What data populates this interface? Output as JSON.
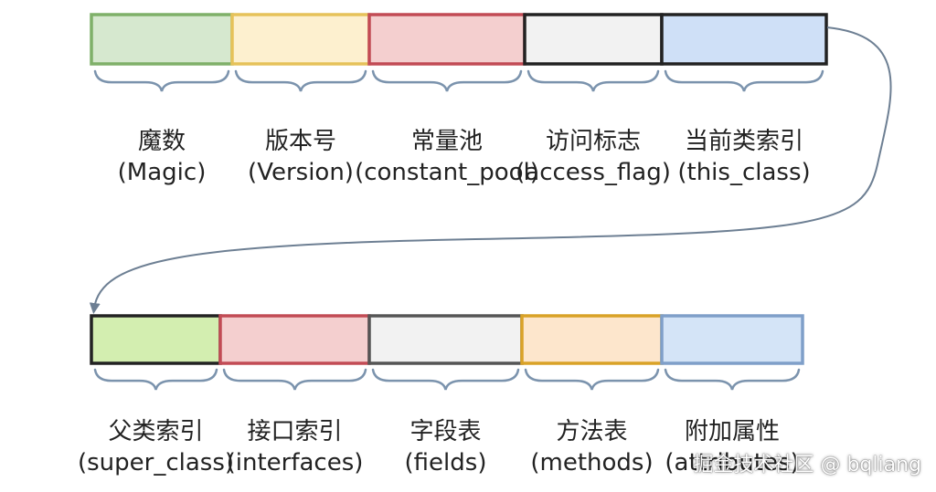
{
  "row1": [
    {
      "zh": "魔数",
      "en": "(Magic)",
      "fill": "#d6e8cf",
      "stroke": "#7fb069"
    },
    {
      "zh": "版本号",
      "en": "(Version)",
      "fill": "#fdf0cf",
      "stroke": "#e6c25a"
    },
    {
      "zh": "常量池",
      "en": "(constant_pool)",
      "fill": "#f4cfcf",
      "stroke": "#c24b55"
    },
    {
      "zh": "访问标志",
      "en": "(access_flag)",
      "fill": "#f2f2f2",
      "stroke": "#222222"
    },
    {
      "zh": "当前类索引",
      "en": "(this_class)",
      "fill": "#cfe0f7",
      "stroke": "#222222"
    }
  ],
  "row2": [
    {
      "zh": "父类索引",
      "en": "(super_class)",
      "fill": "#d3eeb0",
      "stroke": "#222222"
    },
    {
      "zh": "接口索引",
      "en": "(interfaces)",
      "fill": "#f4cfcf",
      "stroke": "#c24b55"
    },
    {
      "zh": "字段表",
      "en": "(fields)",
      "fill": "#f2f2f2",
      "stroke": "#555555"
    },
    {
      "zh": "方法表",
      "en": "(methods)",
      "fill": "#fde6cc",
      "stroke": "#d9a227"
    },
    {
      "zh": "附加属性",
      "en": "(attributes)",
      "fill": "#d4e4f7",
      "stroke": "#7f9fc9"
    }
  ],
  "watermark": "掘金技术社区 @ bqliang",
  "colors": {
    "brace": "#7b93ad",
    "arrow": "#6d7f93"
  }
}
